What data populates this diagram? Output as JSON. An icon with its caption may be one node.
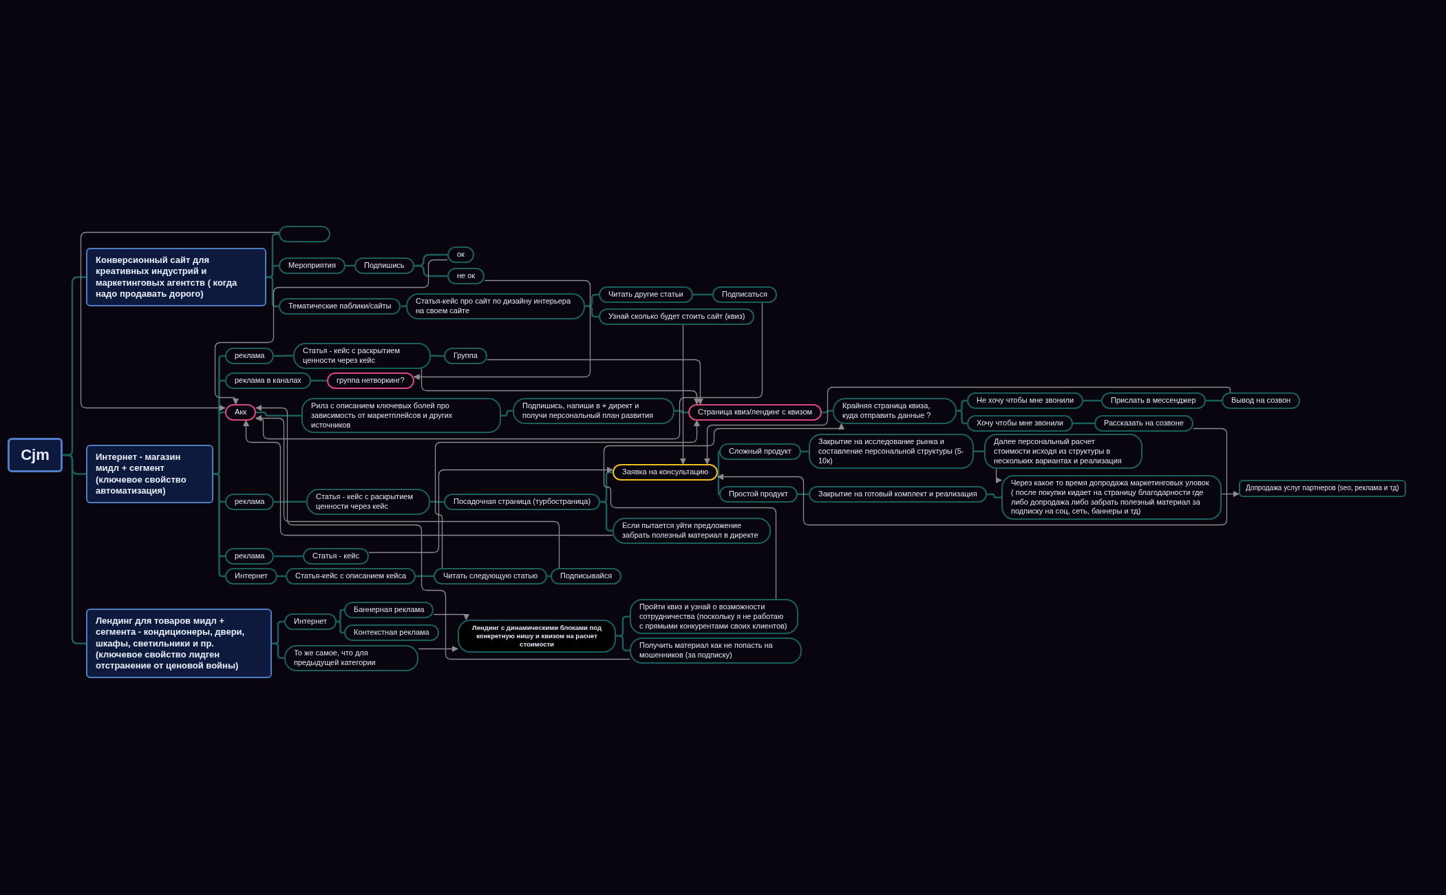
{
  "diagram": {
    "nodes": [
      {
        "text": [
          "Cjm"
        ]
      },
      {
        "text": [
          "Конверсионный сайт для креативных индустрий и маркетинговых агентств ( когда надо продавать дорого)"
        ]
      },
      {
        "text": [
          "Интернет - магазин мидл + сегмент (ключевое свойство автоматизация)"
        ]
      },
      {
        "text": [
          "Лендинг для товаров мидл + сегмента - кондиционеры, двери, шкафы, светильники и пр. (ключевое свойство лидген отстранение от ценовой войны)"
        ]
      },
      {
        "text": [],
        "shape": "box"
      },
      {
        "text": [
          "Мероприятия"
        ]
      },
      {
        "text": [
          "Подпишись"
        ]
      },
      {
        "text": [
          "ок"
        ]
      },
      {
        "text": [
          "не ок"
        ]
      },
      {
        "text": [
          "Тематические паблики/сайты"
        ]
      },
      {
        "text": [
          "Статья-кейс про сайт по дизайну интерьера на своем сайте"
        ]
      },
      {
        "text": [
          "Читать другие статьи"
        ]
      },
      {
        "text": [
          "Подписаться"
        ]
      },
      {
        "text": [
          "Узнай сколько будет стоить сайт (квиз)"
        ]
      },
      {
        "text": [
          "реклама"
        ]
      },
      {
        "text": [
          "Статья - кейс с раскрытием ценности через кейс"
        ]
      },
      {
        "text": [
          "Группа"
        ]
      },
      {
        "text": [
          "реклама в каналах"
        ]
      },
      {
        "text": [
          "группа нетворкинг?"
        ]
      },
      {
        "text": [
          "Акк"
        ]
      },
      {
        "text": [
          "Рилз с описанием ключевых болей про зависимость от маркетплейсов и других источников"
        ]
      },
      {
        "text": [
          "Подпишись, напиши в + директ и получи персональный план развития"
        ]
      },
      {
        "text": [
          "Страница квиз/лендинг с квизом"
        ]
      },
      {
        "text": [
          "Крайняя страница квиза, куда отправить данные ?"
        ]
      },
      {
        "text": [
          "Не хочу чтобы мне звонили"
        ]
      },
      {
        "text": [
          "Прислать в мессенджер"
        ]
      },
      {
        "text": [
          "Вывод на созвон"
        ]
      },
      {
        "text": [
          "Хочу чтобы мне звонили"
        ]
      },
      {
        "text": [
          "Рассказать на созвоне"
        ]
      },
      {
        "text": [
          "реклама"
        ]
      },
      {
        "text": [
          "Статья - кейс с раскрытием ценности через кейс"
        ]
      },
      {
        "text": [
          "Посадочная страница (турбостраница)"
        ]
      },
      {
        "text": [
          "Заявка на консультацию"
        ]
      },
      {
        "text": [
          "Сложный продукт"
        ]
      },
      {
        "text": [
          "Закрытие на исследование рынка и составление персональной структуры (5-10к)"
        ]
      },
      {
        "text": [
          "Далее персональный расчет стоимости исходя из структуры в нескольких вариантах и реализация"
        ]
      },
      {
        "text": [
          "Простой продукт"
        ]
      },
      {
        "text": [
          "Закрытие на готовый комплект и реализация"
        ]
      },
      {
        "text": [
          "Через какое то время допродажа маркетинговых уловок ( после покупки кидает на страницу благодарности где либо допродажа либо забрать полезный материал за подписку на соц, сеть, баннеры и тд)"
        ]
      },
      {
        "text": [
          "Допродажа услуг партнеров (seo, реклама и тд)"
        ]
      },
      {
        "text": [
          "Если пытается уйти предложение забрать полезный материал в директе"
        ]
      },
      {
        "text": [
          "реклама"
        ]
      },
      {
        "text": [
          "Статья - кейс"
        ]
      },
      {
        "text": [
          "Интернет"
        ]
      },
      {
        "text": [
          "Статья-кейс с описанием кейса"
        ]
      },
      {
        "text": [
          "Читать следующую статью"
        ]
      },
      {
        "text": [
          "Подписывайся"
        ]
      },
      {
        "text": [
          "Интернет"
        ]
      },
      {
        "text": [
          "Баннерная реклама"
        ]
      },
      {
        "text": [
          "Контекстная реклама"
        ]
      },
      {
        "text": [
          "То же самое, что для предыдущей категории"
        ]
      },
      {
        "text": [
          "Лендинг с динамическими блоками под конкретную нишу и квизом на расчет стоимости"
        ]
      },
      {
        "text": [
          "Пройти квиз и узнай о возможности сотрудничества (поскольку я не работаю с прямыми конкурентами своих клиентов)"
        ]
      },
      {
        "text": [
          "Получить материал как не попасть на мошенников (за подписку)"
        ]
      }
    ],
    "edges": [
      {
        "from": 0,
        "to": 1,
        "arrow": "none"
      },
      {
        "from": 0,
        "to": 2,
        "arrow": "none"
      },
      {
        "from": 0,
        "to": 3,
        "arrow": "none"
      },
      {
        "from": 1,
        "to": 4,
        "arrow": "none"
      },
      {
        "from": 1,
        "to": 5,
        "arrow": "none"
      },
      {
        "from": 1,
        "to": 9,
        "arrow": "none"
      },
      {
        "from": 5,
        "to": 6,
        "arrow": "none"
      },
      {
        "from": 6,
        "to": 7,
        "arrow": "none"
      },
      {
        "from": 6,
        "to": 8,
        "arrow": "none"
      },
      {
        "from": 9,
        "to": 10,
        "arrow": "none"
      },
      {
        "from": 10,
        "to": 11,
        "arrow": "none"
      },
      {
        "from": 10,
        "to": 13,
        "arrow": "none"
      },
      {
        "from": 11,
        "to": 12,
        "arrow": "none"
      },
      {
        "from": 2,
        "to": 14,
        "arrow": "none"
      },
      {
        "from": 2,
        "to": 17,
        "arrow": "none"
      },
      {
        "from": 2,
        "to": 19,
        "arrow": "none"
      },
      {
        "from": 2,
        "to": 29,
        "arrow": "none"
      },
      {
        "from": 2,
        "to": 41,
        "arrow": "none"
      },
      {
        "from": 2,
        "to": 43,
        "arrow": "none"
      },
      {
        "from": 14,
        "to": 15,
        "arrow": "none"
      },
      {
        "from": 15,
        "to": 16,
        "arrow": "none"
      },
      {
        "from": 17,
        "to": 18,
        "arrow": "none"
      },
      {
        "from": 19,
        "to": 20,
        "arrow": "none"
      },
      {
        "from": 20,
        "to": 21,
        "arrow": "none"
      },
      {
        "from": 21,
        "to": 22,
        "arrow": "none"
      },
      {
        "from": 22,
        "to": 23,
        "arrow": "none"
      },
      {
        "from": 23,
        "to": 24,
        "arrow": "none"
      },
      {
        "from": 23,
        "to": 27,
        "arrow": "none"
      },
      {
        "from": 24,
        "to": 25,
        "arrow": "none"
      },
      {
        "from": 25,
        "to": 26,
        "arrow": "none"
      },
      {
        "from": 27,
        "to": 28,
        "arrow": "none"
      },
      {
        "from": 29,
        "to": 30,
        "arrow": "none"
      },
      {
        "from": 30,
        "to": 31,
        "arrow": "none"
      },
      {
        "from": 31,
        "to": 32,
        "arrow": "none"
      },
      {
        "from": 31,
        "to": 40,
        "arrow": "none"
      },
      {
        "from": 32,
        "to": 33,
        "arrow": "none"
      },
      {
        "from": 32,
        "to": 36,
        "arrow": "none"
      },
      {
        "from": 33,
        "to": 34,
        "arrow": "none"
      },
      {
        "from": 34,
        "to": 35,
        "arrow": "none"
      },
      {
        "from": 36,
        "to": 37,
        "arrow": "none"
      },
      {
        "from": 37,
        "to": 38,
        "arrow": "none"
      },
      {
        "from": 41,
        "to": 42,
        "arrow": "none"
      },
      {
        "from": 43,
        "to": 44,
        "arrow": "none"
      },
      {
        "from": 44,
        "to": 45,
        "arrow": "none"
      },
      {
        "from": 45,
        "to": 46,
        "arrow": "none"
      },
      {
        "from": 3,
        "to": 47,
        "arrow": "none"
      },
      {
        "from": 3,
        "to": 50,
        "arrow": "none"
      },
      {
        "from": 47,
        "to": 48,
        "arrow": "none"
      },
      {
        "from": 47,
        "to": 49,
        "arrow": "none"
      },
      {
        "from": 51,
        "to": 52,
        "arrow": "none"
      },
      {
        "from": 51,
        "to": 53,
        "arrow": "none"
      },
      {
        "from": 4,
        "to": 19,
        "arrow": "to",
        "color": "#8c8c8c"
      },
      {
        "from": 7,
        "to": 19,
        "arrow": "to",
        "color": "#8c8c8c"
      },
      {
        "from": 8,
        "to": 18,
        "arrow": "to",
        "color": "#8c8c8c"
      },
      {
        "from": 12,
        "to": 19,
        "arrow": "to",
        "color": "#8c8c8c"
      },
      {
        "from": 13,
        "to": 32,
        "arrow": "to",
        "color": "#8c8c8c"
      },
      {
        "from": 15,
        "to": 22,
        "arrow": "to",
        "color": "#8c8c8c"
      },
      {
        "from": 16,
        "to": 22,
        "arrow": "to",
        "color": "#8c8c8c"
      },
      {
        "from": 42,
        "to": 32,
        "arrow": "to",
        "color": "#8c8c8c"
      },
      {
        "from": 45,
        "to": 22,
        "arrow": "to",
        "color": "#8c8c8c"
      },
      {
        "from": 40,
        "to": 19,
        "arrow": "to",
        "color": "#8c8c8c"
      },
      {
        "from": 46,
        "to": 19,
        "arrow": "to",
        "color": "#8c8c8c"
      },
      {
        "from": 53,
        "to": 19,
        "arrow": "to",
        "color": "#8c8c8c"
      },
      {
        "from": 52,
        "to": 23,
        "arrow": "to",
        "color": "#8c8c8c"
      },
      {
        "from": 26,
        "to": 32,
        "arrow": "to",
        "color": "#8c8c8c"
      },
      {
        "from": 28,
        "to": 32,
        "arrow": "to",
        "color": "#8c8c8c"
      },
      {
        "from": 35,
        "to": 38,
        "arrow": "to",
        "color": "#8c8c8c"
      },
      {
        "from": 38,
        "to": 39,
        "arrow": "to",
        "color": "#8c8c8c"
      },
      {
        "from": 48,
        "to": 51,
        "arrow": "to",
        "color": "#8c8c8c"
      },
      {
        "from": 50,
        "to": 51,
        "arrow": "to",
        "color": "#8c8c8c"
      }
    ]
  }
}
